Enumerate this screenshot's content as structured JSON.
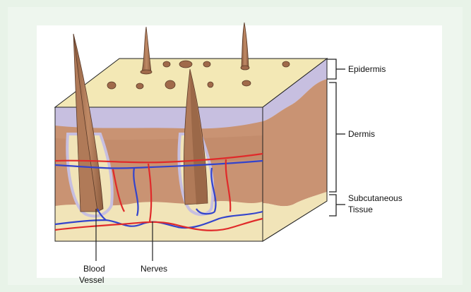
{
  "diagram": {
    "labels": {
      "epidermis": "Epidermis",
      "dermis": "Dermis",
      "subcutaneous_line1": "Subcutaneous",
      "subcutaneous_line2": "Tissue",
      "blood_vessel_line1": "Blood",
      "blood_vessel_line2": "Vessel",
      "nerves": "Nerves"
    },
    "colors": {
      "epidermis_top": "#f3e8b5",
      "epidermis_layer": "#c7bfe0",
      "dermis": "#c99373",
      "subcutaneous": "#f1e4b8",
      "hair": "#b07a58",
      "blood_vessel": "#3344cc",
      "nerve": "#e02a2a"
    }
  }
}
